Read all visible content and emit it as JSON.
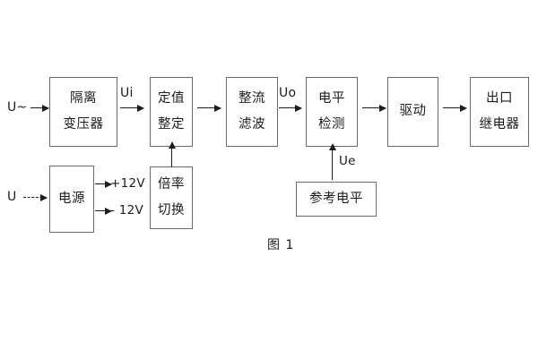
{
  "figure": {
    "caption": "图 1",
    "blocks": [
      {
        "id": "isolation-transformer",
        "lines": [
          "隔离",
          "变压器"
        ]
      },
      {
        "id": "setting-value",
        "lines": [
          "定值",
          "整定"
        ]
      },
      {
        "id": "rectify-filter",
        "lines": [
          "整流",
          "滤波"
        ]
      },
      {
        "id": "level-detection",
        "lines": [
          "电平",
          "检测"
        ]
      },
      {
        "id": "drive",
        "lines": [
          "驱动"
        ]
      },
      {
        "id": "output-relay",
        "lines": [
          "出口",
          "继电器"
        ]
      },
      {
        "id": "power-supply",
        "lines": [
          "电源"
        ]
      },
      {
        "id": "multiplier-switch",
        "lines": [
          "倍率",
          "切换"
        ]
      },
      {
        "id": "reference-level",
        "lines": [
          "参考电平"
        ]
      }
    ],
    "signals": {
      "ac_input": "U~",
      "dc_input": "U",
      "ui": "Ui",
      "uo": "Uo",
      "ue": "Ue",
      "pos_rail": "+12V",
      "neg_rail": "- 12V"
    }
  }
}
